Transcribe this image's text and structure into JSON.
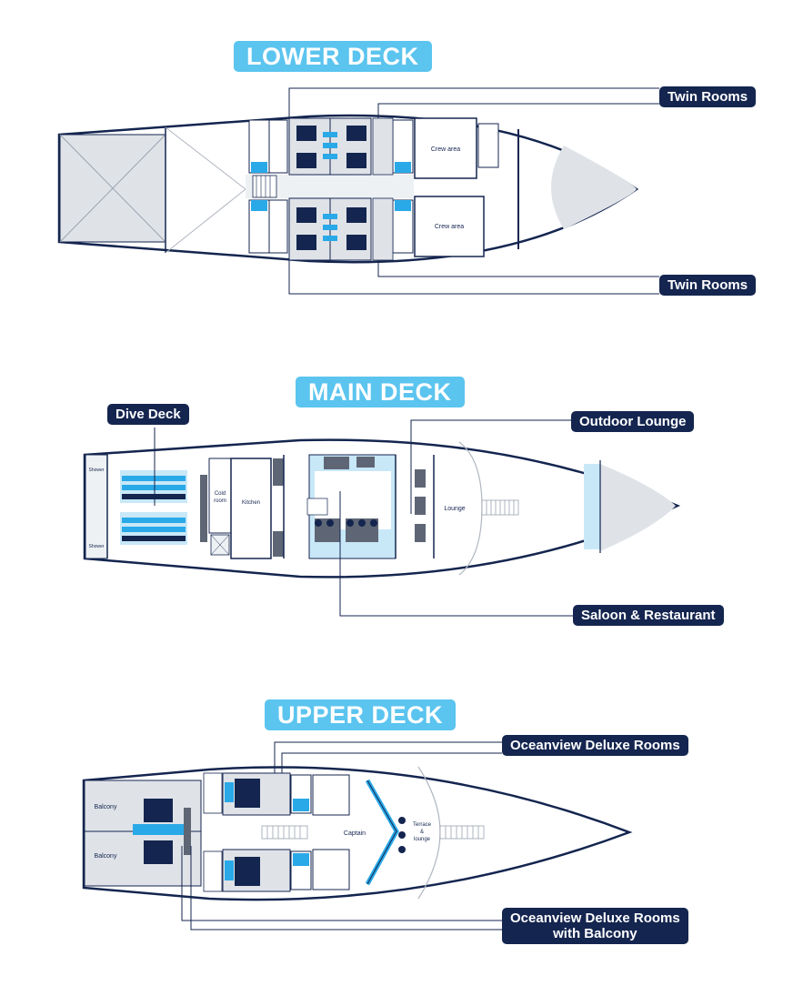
{
  "decks": {
    "lower": {
      "title": "LOWER DECK",
      "labels": {
        "top": "Twin Rooms",
        "bottom": "Twin Rooms"
      },
      "rooms": {
        "crew_top": "Crew area",
        "crew_bottom": "Crew area"
      }
    },
    "main": {
      "title": "MAIN DECK",
      "labels": {
        "dive": "Dive Deck",
        "outdoor": "Outdoor Lounge",
        "saloon": "Saloon & Restaurant"
      },
      "rooms": {
        "shower_top": "Shower",
        "shower_bottom": "Shower",
        "cold_room_1": "Cold",
        "cold_room_2": "room",
        "kitchen": "Kitchen",
        "lounge": "Lounge"
      }
    },
    "upper": {
      "title": "UPPER DECK",
      "labels": {
        "oceanview": "Oceanview Deluxe Rooms",
        "balcony_line1": "Oceanview Deluxe Rooms",
        "balcony_line2": "with Balcony"
      },
      "rooms": {
        "balcony_top": "Balcony",
        "balcony_bottom": "Balcony",
        "captain": "Captain",
        "terrace_1": "Terrace",
        "terrace_2": "&",
        "terrace_3": "lounge"
      }
    }
  },
  "colors": {
    "navy": "#14254f",
    "accent": "#2aa9e8",
    "light_blue": "#c8e8f8",
    "grey_fill": "#dfe3e8",
    "dark_block": "#5e6675"
  }
}
